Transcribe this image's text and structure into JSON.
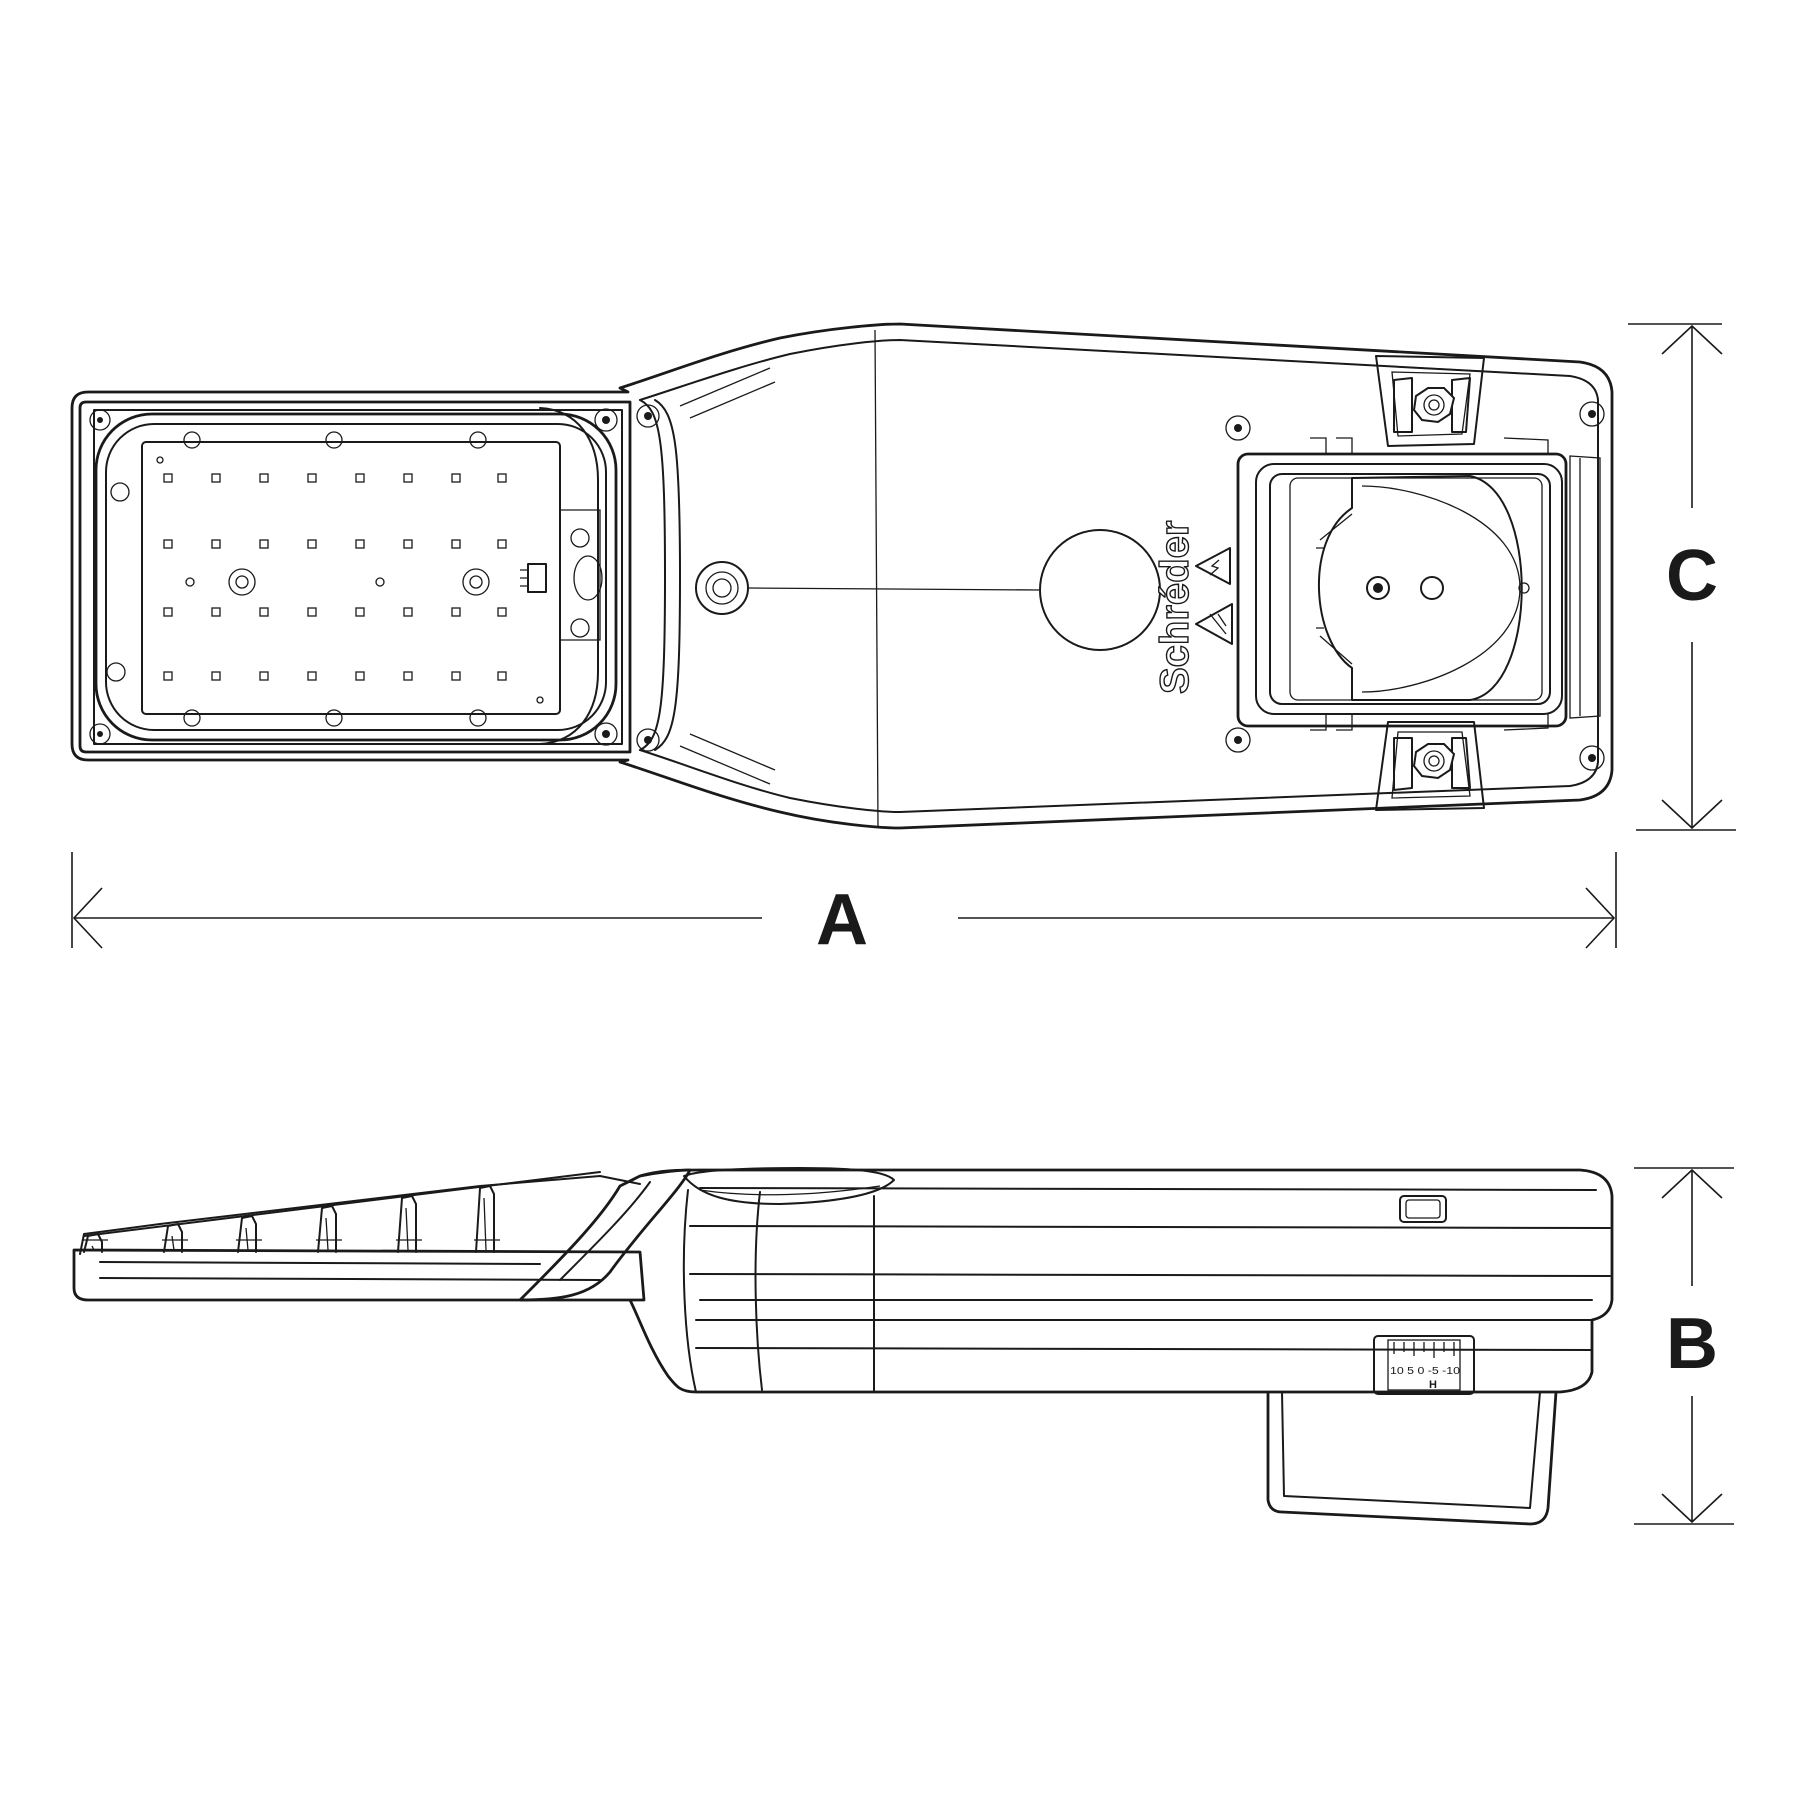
{
  "dimensions": {
    "length_label": "A",
    "height_label": "B",
    "width_label": "C"
  },
  "brand": "Schréder",
  "tilt_scale": {
    "ticks": "10 5 0 -5 -10",
    "unit_label": "H"
  },
  "icons": [
    "electrical-warning-icon",
    "hot-surface-warning-icon"
  ]
}
